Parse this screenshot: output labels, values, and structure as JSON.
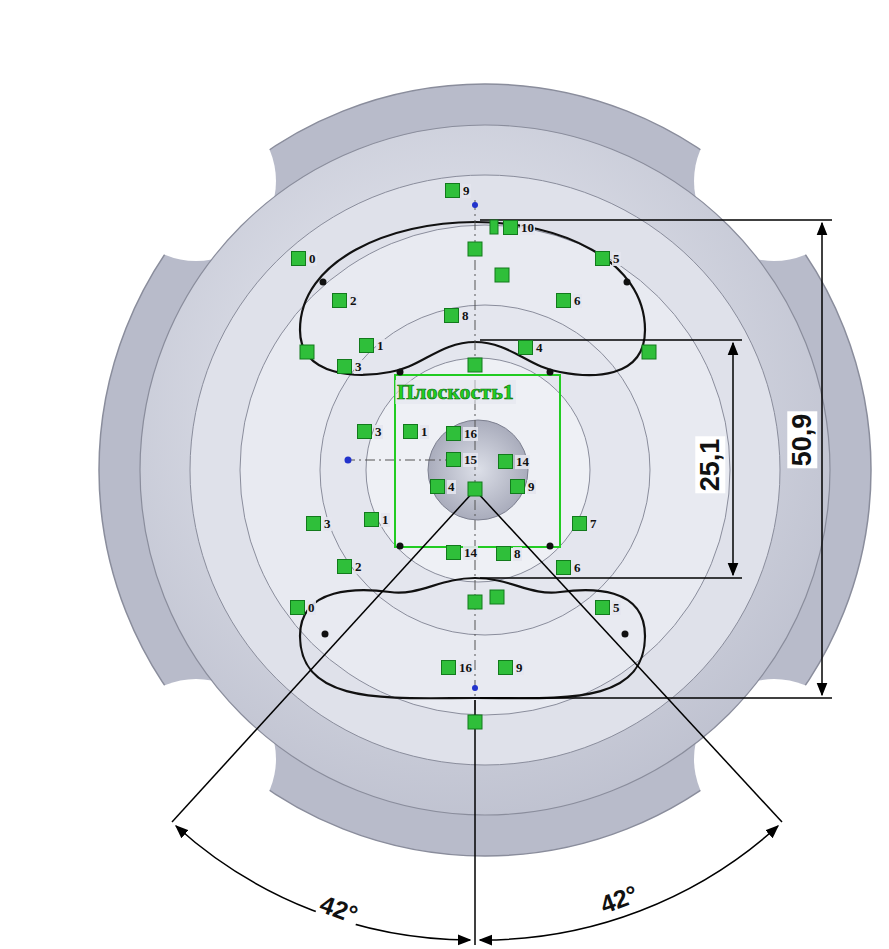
{
  "diagram": {
    "labels": [
      "9",
      "10",
      "0",
      "5",
      "2",
      "6",
      "8",
      "1",
      "4",
      "3",
      "Плоскость1",
      "16",
      "15",
      "14",
      "1",
      "3",
      "4",
      "9",
      "3",
      "1",
      "2",
      "0",
      "7",
      "8",
      "6",
      "5",
      "14",
      "16",
      "9",
      "25,1",
      "50,9",
      "42°",
      "42°"
    ]
  }
}
